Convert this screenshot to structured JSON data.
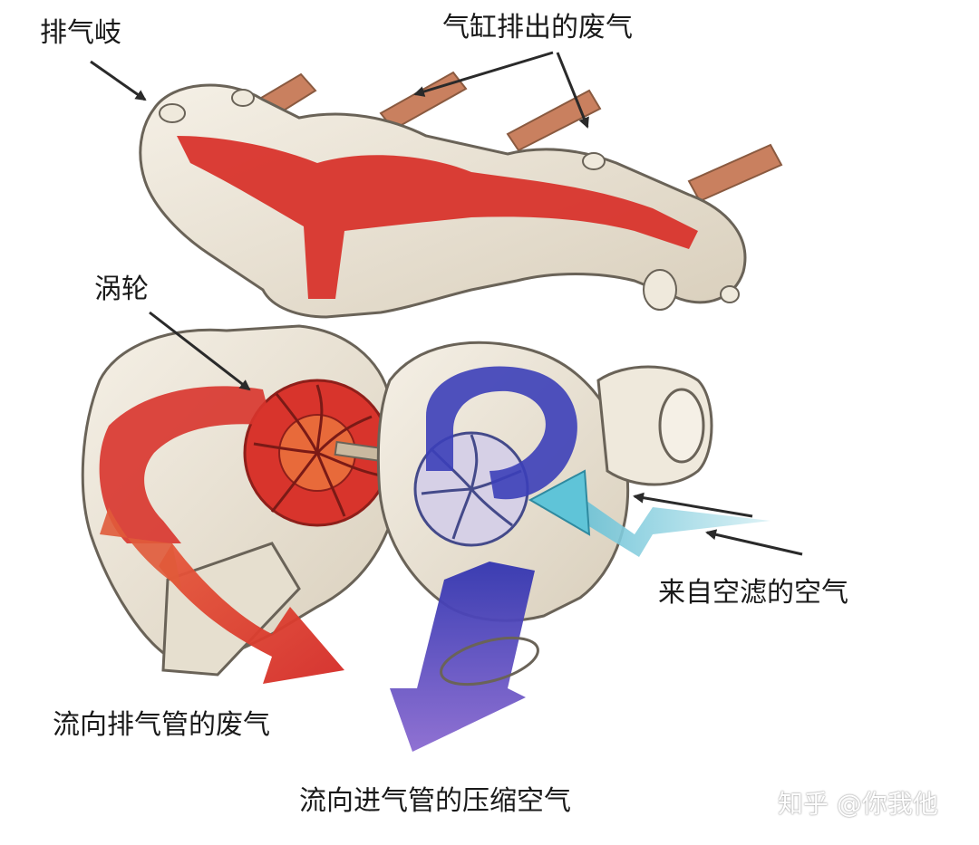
{
  "labels": {
    "exhaust_manifold": "排气岐",
    "cylinder_exhaust": "气缸排出的废气",
    "turbine": "涡轮",
    "air_from_filter": "来自空滤的空气",
    "exhaust_to_pipe": "流向排气管的废气",
    "compressed_air_to_intake": "流向进气管的压缩空气"
  },
  "watermark": "知乎 @你我他",
  "colors": {
    "casing": "#efe9dc",
    "casing_shadow": "#cfc6b3",
    "outline": "#6a6358",
    "exhaust_red": "#d8342c",
    "exhaust_orange": "#e86a3a",
    "pipe_stripe": "#c9805f",
    "intake_blue": "#3c3fb8",
    "intake_purple": "#7a5cc2",
    "air_cyan": "#5fc4d8",
    "pointer": "#2a2a2a"
  },
  "icons": {
    "pointer_arrows": "arrow-pointer-icon"
  }
}
